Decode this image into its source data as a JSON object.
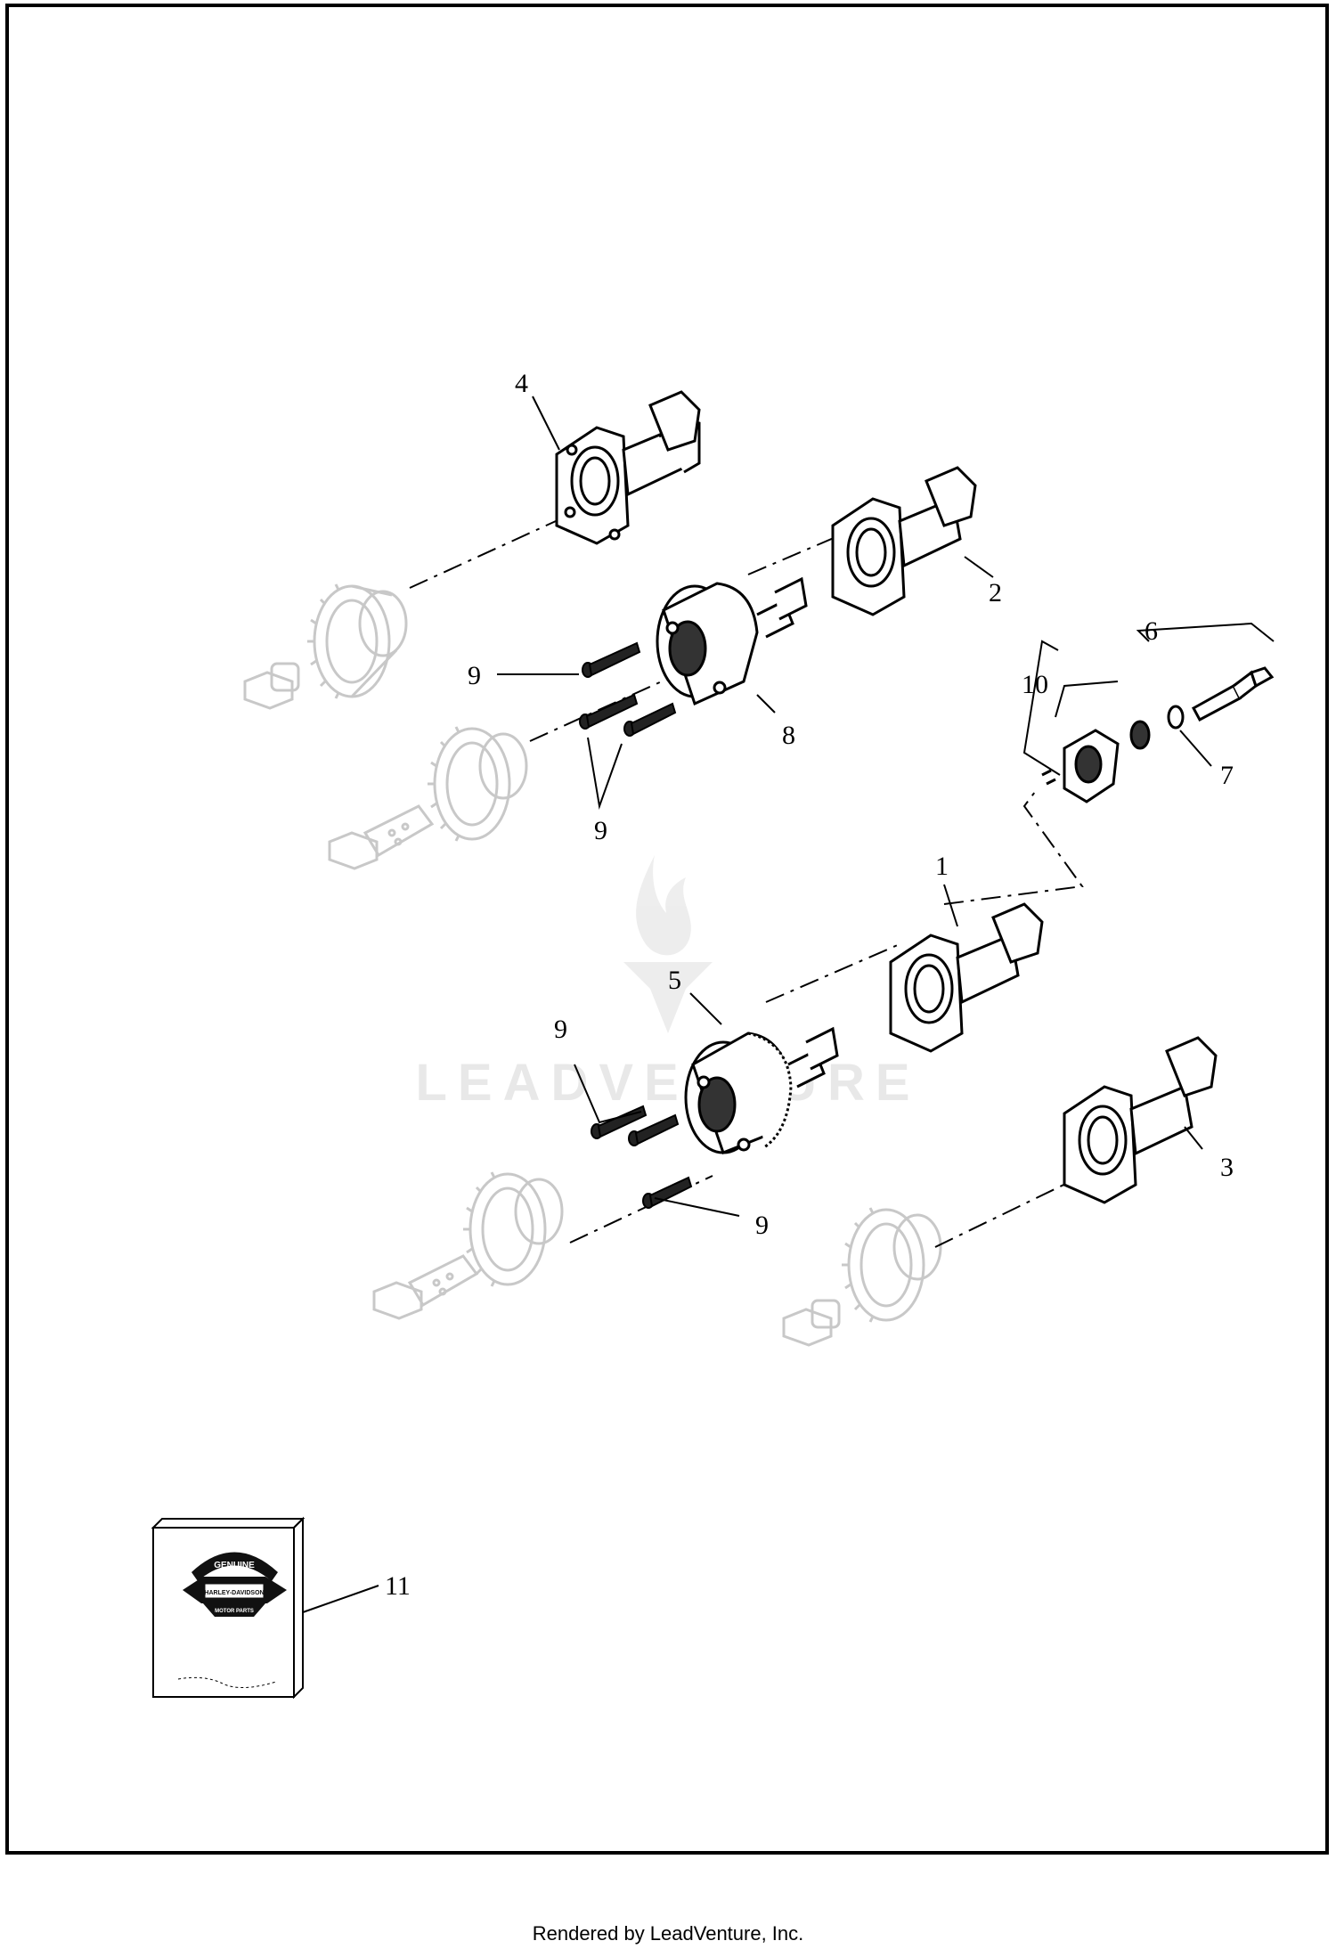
{
  "callouts": {
    "c1": "1",
    "c2": "2",
    "c3": "3",
    "c4": "4",
    "c5": "5",
    "c6": "6",
    "c7": "7",
    "c8": "8",
    "c9a": "9",
    "c9b": "9",
    "c9c": "9",
    "c9d": "9",
    "c10": "10",
    "c11": "11"
  },
  "watermark": "LEADVENTURE",
  "manual_logo_text": {
    "top": "GENUINE",
    "middle": "HARLEY-DAVIDSON",
    "bottom": "MOTOR PARTS"
  },
  "footer": "Rendered by LeadVenture, Inc."
}
